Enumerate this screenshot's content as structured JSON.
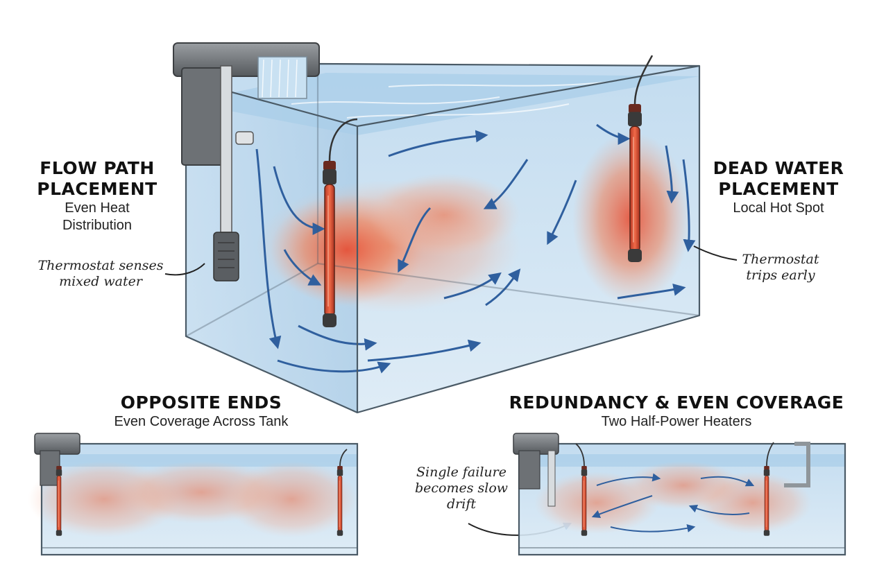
{
  "panels": {
    "flow_path": {
      "title_line1": "FLOW PATH",
      "title_line2": "PLACEMENT",
      "subtitle_line1": "Even Heat",
      "subtitle_line2": "Distribution",
      "note_line1": "Thermostat senses",
      "note_line2": "mixed water"
    },
    "dead_water": {
      "title_line1": "DEAD WATER",
      "title_line2": "PLACEMENT",
      "subtitle": "Local Hot Spot",
      "note_line1": "Thermostat",
      "note_line2": "trips early"
    },
    "opposite_ends": {
      "title": "OPPOSITE ENDS",
      "subtitle": "Even Coverage Across Tank"
    },
    "redundancy": {
      "title": "REDUNDANCY & EVEN COVERAGE",
      "subtitle": "Two Half-Power Heaters",
      "note_line1": "Single failure",
      "note_line2": "becomes slow",
      "note_line3": "drift"
    }
  },
  "colors": {
    "water": "#cfe3f2",
    "water_dark": "#a9cbe6",
    "glass_edge": "#4a5a66",
    "heat": "#ef6a3c",
    "arrow": "#2f5f9e",
    "heater_body": "#3a3a3a",
    "heater_element": "#d9533a"
  },
  "icons": [
    "aquarium-tank",
    "hang-on-back-filter",
    "submersible-heater",
    "flow-arrow"
  ]
}
